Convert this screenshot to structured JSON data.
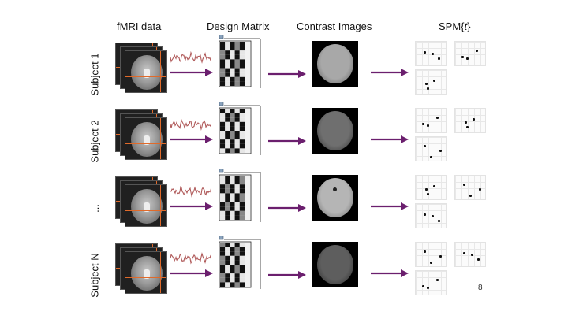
{
  "headers": {
    "fmri": "fMRI data",
    "design": "Design Matrix",
    "contrast": "Contrast Images",
    "spm_prefix": "SPM{",
    "spm_var": "t",
    "spm_suffix": "}"
  },
  "rows": [
    {
      "label": "Subject 1",
      "contrast_tone": "#a8a8a8",
      "contrast_edge": "#6a6a6a"
    },
    {
      "label": "Subject 2",
      "contrast_tone": "#6f6f6f",
      "contrast_edge": "#3c3c3c"
    },
    {
      "label": "...",
      "contrast_tone": "#b5b5b5",
      "contrast_edge": "#777777"
    },
    {
      "label": "Subject N",
      "contrast_tone": "#5e5e5e",
      "contrast_edge": "#333333"
    }
  ],
  "page_number": "8",
  "colors": {
    "arrow": "#6b1f6e",
    "orange_line": "#e06a2a",
    "waveform": "#b05a5a",
    "dm_marker": "#8aa3bd"
  }
}
